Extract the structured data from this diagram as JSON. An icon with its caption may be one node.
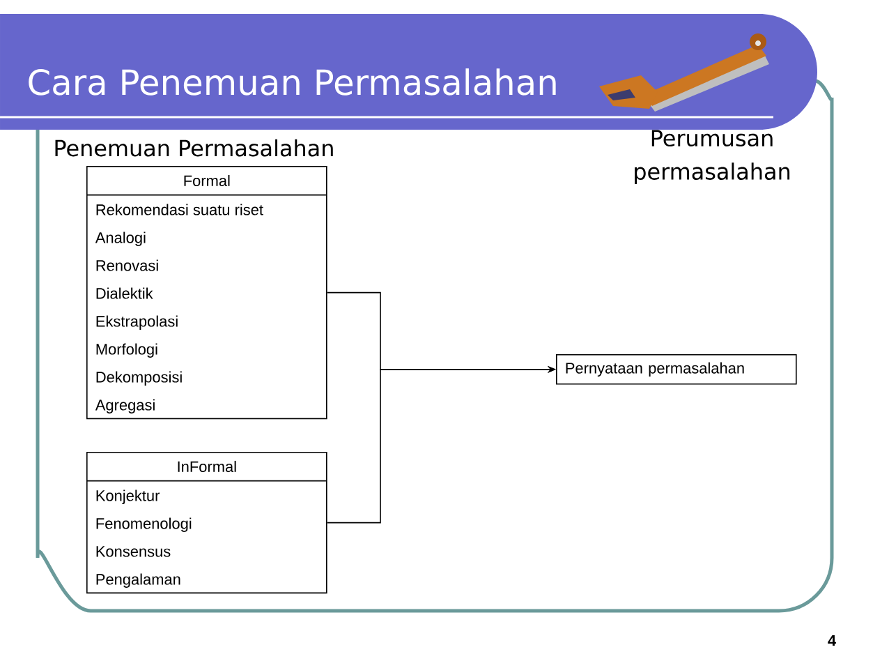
{
  "diagram": {
    "title": "Cara Penemuan Permasalahan",
    "nodes": [
      {
        "text": [
          "Formal",
          "Rekomendasi suatu riset",
          "Analogi",
          "Renovasi",
          "Dialektik",
          "Ekstrapolasi",
          "Morfologi",
          "Dekomposisi",
          "Agregasi"
        ]
      },
      {
        "text": [
          "InFormal",
          "Konjektur",
          "Fenomenologi",
          "Konsensus",
          "Pengalaman"
        ]
      },
      {
        "text": [
          "Pernyataan permasalahan"
        ]
      }
    ],
    "edges": [
      {
        "from": 0,
        "to": 2,
        "arrow": "to"
      },
      {
        "from": 1,
        "to": 2,
        "arrow": "to"
      }
    ],
    "labels": [
      "Penemuan Permasalahan",
      "Perumusan permasalahan",
      "4"
    ]
  }
}
